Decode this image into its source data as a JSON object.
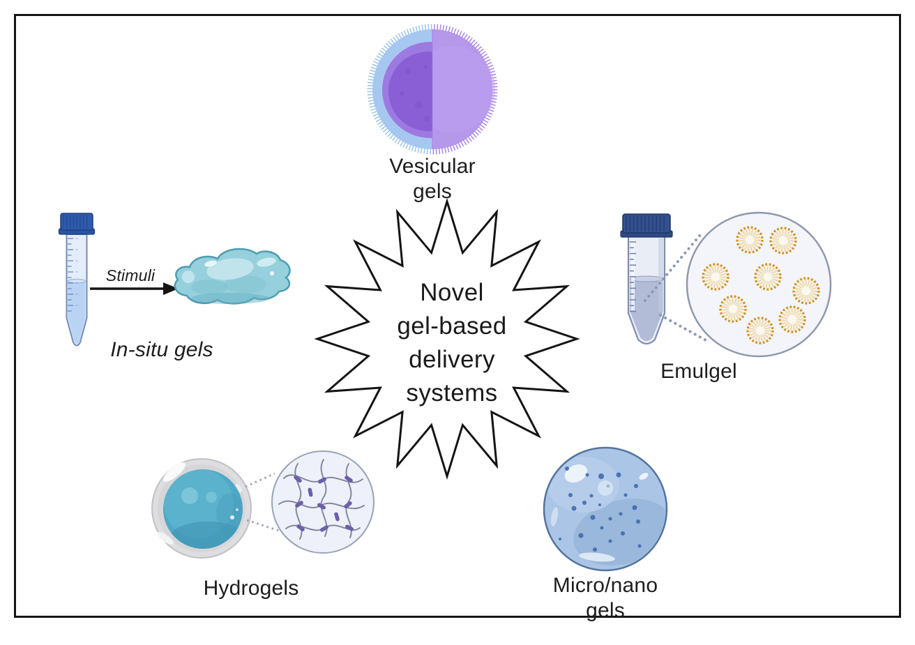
{
  "diagram": {
    "title": "Novel\ngel-based\ndelivery\nsystems",
    "nodes": {
      "vesicular": {
        "label": "Vesicular\ngels"
      },
      "in_situ": {
        "label": "In-situ gels",
        "trigger_label": "Stimuli"
      },
      "emulgel": {
        "label": "Emulgel"
      },
      "hydrogels": {
        "label": "Hydrogels"
      },
      "micro_nano": {
        "label": "Micro/nano\ngels"
      }
    },
    "icons": [
      "starburst-shape",
      "centrifuge-tube-icon",
      "stimuli-arrow-icon",
      "gel-blob-icon",
      "vesicle-sphere-icon",
      "micelle-icon",
      "magnifier-dotted-line",
      "hydrogel-bead-icon",
      "polymer-network-icon",
      "nanogel-sphere-icon"
    ],
    "colors": {
      "outline": "#161616",
      "vesicular_purple": "#b698ea",
      "vesicular_fringe_blue": "#9cc4f0",
      "vesicular_core_purple": "#8a5ed4",
      "in_situ_teal": "#96d0dc",
      "tube_cap_blue": "#2e5bac",
      "emulgel_cap_navy": "#33508f",
      "micelle_orange": "#d09428",
      "hydrogel_teal": "#4fa8c6",
      "network_purple": "#6c5ead",
      "nanogel_blue": "#aac5e6",
      "nanogel_dot_blue": "#3a64ac"
    }
  }
}
